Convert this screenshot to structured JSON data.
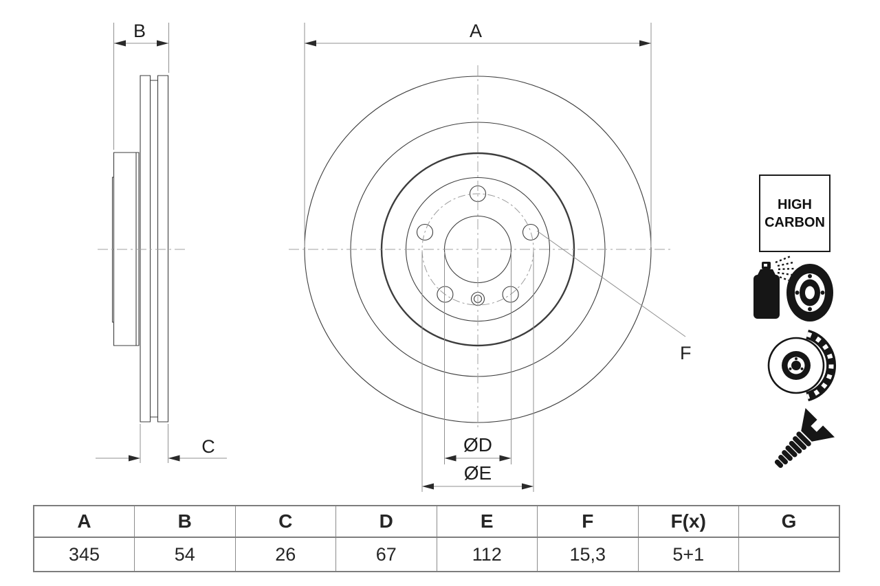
{
  "drawing": {
    "labels": {
      "a": "A",
      "b": "B",
      "c": "C",
      "d": "ØD",
      "e": "ØE",
      "f": "F"
    }
  },
  "badge": {
    "line1": "HIGH",
    "line2": "CARBON"
  },
  "icons": [
    {
      "name": "spray-coating-disc-icon"
    },
    {
      "name": "vented-brake-disc-icon"
    },
    {
      "name": "countersunk-screw-icon"
    }
  ],
  "table": {
    "columns": [
      {
        "header": "A",
        "value": "345"
      },
      {
        "header": "B",
        "value": "54"
      },
      {
        "header": "C",
        "value": "26"
      },
      {
        "header": "D",
        "value": "67"
      },
      {
        "header": "E",
        "value": "112"
      },
      {
        "header": "F",
        "value": "15,3"
      },
      {
        "header": "F(x)",
        "value": "5+1"
      },
      {
        "header": "G",
        "value": ""
      }
    ]
  },
  "colors": {
    "object_line": "#3d3d3d",
    "dimension_line": "#8f8f8f",
    "centerline": "#a0a0a0",
    "arrow": "#2a2a2a",
    "label_text": "#1e1e1e",
    "table_border": "#8a8a8a",
    "icon_fill": "#161616",
    "background": "#ffffff"
  }
}
